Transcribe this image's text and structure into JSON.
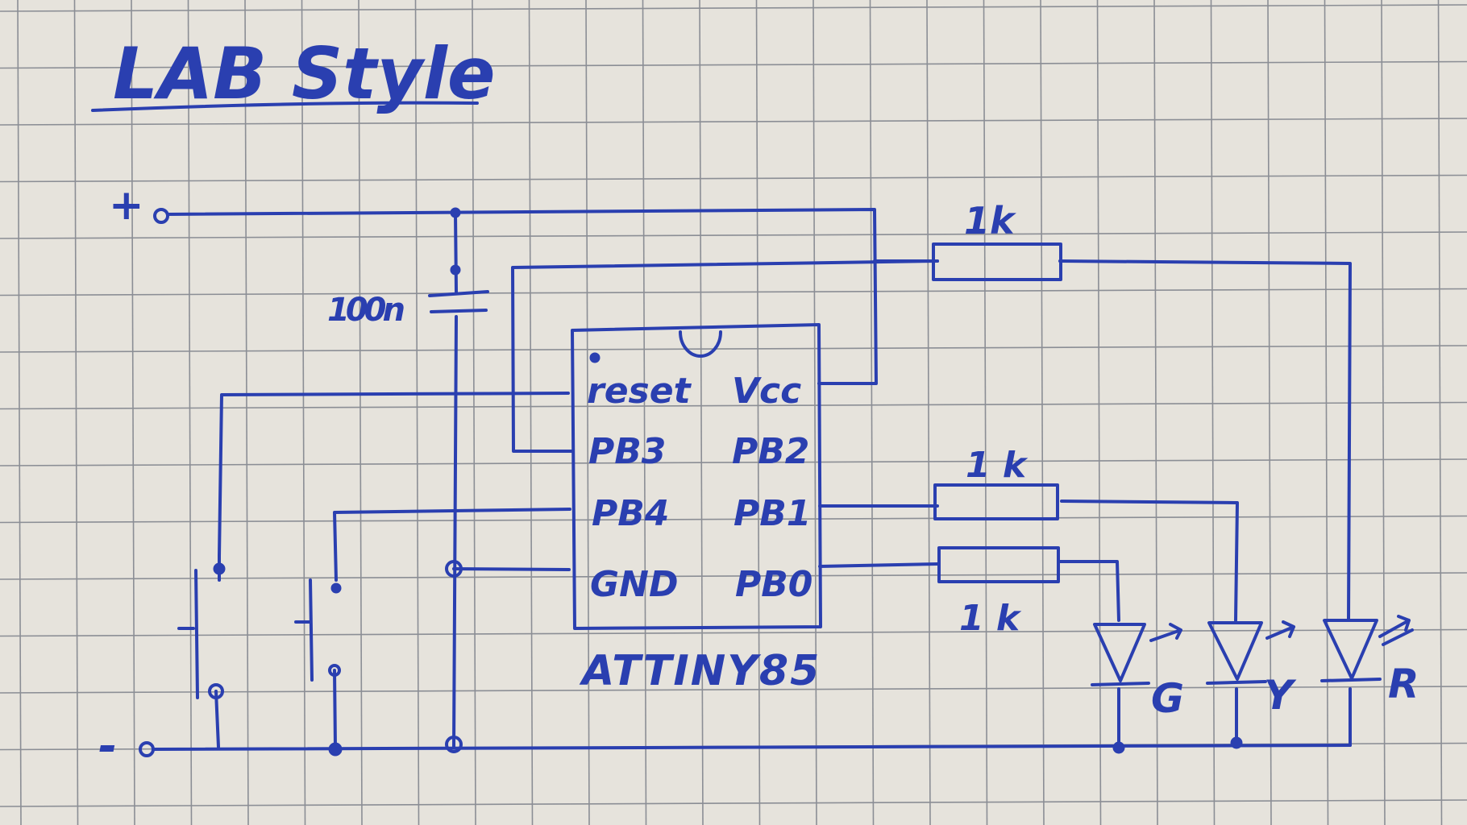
{
  "title": "LAB Style",
  "terminals": {
    "positive": "+",
    "negative": "-"
  },
  "capacitor": {
    "label": "100n"
  },
  "chip": {
    "name": "ATTINY85",
    "pins_left": [
      "reset",
      "PB3",
      "PB4",
      "GND"
    ],
    "pins_right": [
      "Vcc",
      "PB2",
      "PB1",
      "PB0"
    ]
  },
  "resistors": {
    "top": "1k",
    "middle": "1 k",
    "bottom": "1 k"
  },
  "leds": [
    "G",
    "Y",
    "R"
  ],
  "colors": {
    "ink": "#2a3fb0",
    "paper": "#e6e3dc",
    "grid": "#8b8e95"
  }
}
